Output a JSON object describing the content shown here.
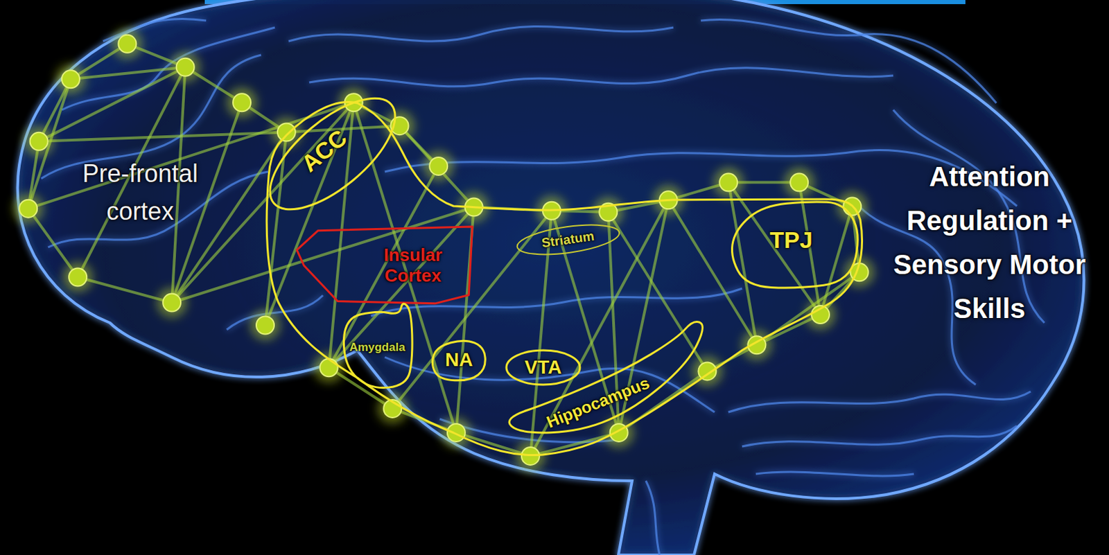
{
  "diagram": {
    "nodes": [
      {
        "text": [
          "ACC"
        ]
      },
      {
        "text": [
          "Insular Cortex"
        ]
      },
      {
        "text": [
          "Striatum"
        ]
      },
      {
        "text": [
          "TPJ"
        ]
      },
      {
        "text": [
          "Amygdala"
        ]
      },
      {
        "text": [
          "NA"
        ]
      },
      {
        "text": [
          "VTA"
        ]
      },
      {
        "text": [
          "Hippocampus"
        ]
      }
    ],
    "labels": [
      "Pre-frontal cortex",
      "Attention Regulation + Sensory Motor Skills"
    ]
  }
}
